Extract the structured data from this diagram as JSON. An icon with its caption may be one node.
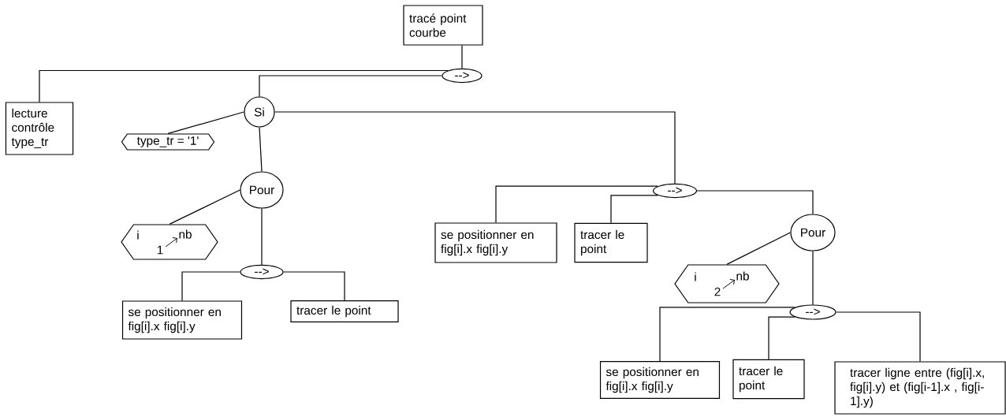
{
  "diagram": {
    "nodes": [
      {
        "text": [
          "tracé point courbe"
        ]
      },
      {
        "text": [
          "-->"
        ]
      },
      {
        "text": [
          "lecture contrôle type_tr"
        ]
      },
      {
        "text": [
          "Si"
        ]
      },
      {
        "text": [
          "type_tr = '1'"
        ]
      },
      {
        "text": [
          "Pour"
        ]
      },
      {
        "text": [
          "i",
          "1",
          "nb"
        ]
      },
      {
        "text": [
          "-->"
        ]
      },
      {
        "text": [
          "se positionner en fig[i].x fig[i].y"
        ]
      },
      {
        "text": [
          "tracer le point"
        ]
      },
      {
        "text": [
          "-->"
        ]
      },
      {
        "text": [
          "se positionner en fig[i].x fig[i].y"
        ]
      },
      {
        "text": [
          "tracer le point"
        ]
      },
      {
        "text": [
          "Pour"
        ]
      },
      {
        "text": [
          "i",
          "2",
          "nb"
        ]
      },
      {
        "text": [
          "-->"
        ]
      },
      {
        "text": [
          "se positionner en fig[i].x fig[i].y"
        ]
      },
      {
        "text": [
          "tracer le point"
        ]
      },
      {
        "text": [
          "tracer ligne entre (fig[i].x, fig[i].y) et (fig[i-1].x , fig[i-1].y)"
        ]
      }
    ],
    "edges": [
      {
        "from": 0,
        "to": 1,
        "arrow": "none"
      },
      {
        "from": 1,
        "to": 2,
        "arrow": "none"
      },
      {
        "from": 1,
        "to": 3,
        "arrow": "none"
      },
      {
        "from": 3,
        "to": 4,
        "arrow": "none"
      },
      {
        "from": 3,
        "to": 5,
        "arrow": "none"
      },
      {
        "from": 3,
        "to": 10,
        "arrow": "none"
      },
      {
        "from": 5,
        "to": 6,
        "arrow": "none"
      },
      {
        "from": 5,
        "to": 7,
        "arrow": "none"
      },
      {
        "from": 7,
        "to": 8,
        "arrow": "none"
      },
      {
        "from": 7,
        "to": 9,
        "arrow": "none"
      },
      {
        "from": 10,
        "to": 11,
        "arrow": "none"
      },
      {
        "from": 10,
        "to": 12,
        "arrow": "none"
      },
      {
        "from": 10,
        "to": 13,
        "arrow": "none"
      },
      {
        "from": 13,
        "to": 14,
        "arrow": "none"
      },
      {
        "from": 13,
        "to": 15,
        "arrow": "none"
      },
      {
        "from": 15,
        "to": 16,
        "arrow": "none"
      },
      {
        "from": 15,
        "to": 17,
        "arrow": "none"
      },
      {
        "from": 15,
        "to": 18,
        "arrow": "none"
      }
    ]
  }
}
